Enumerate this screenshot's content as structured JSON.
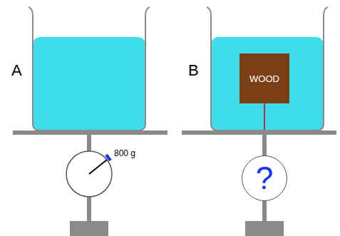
{
  "diagram": {
    "nodes": [
      {
        "text": [
          "WOOD"
        ]
      },
      {
        "text": [
          "?"
        ]
      }
    ],
    "labels": [
      "A",
      "800 g",
      "B"
    ]
  }
}
